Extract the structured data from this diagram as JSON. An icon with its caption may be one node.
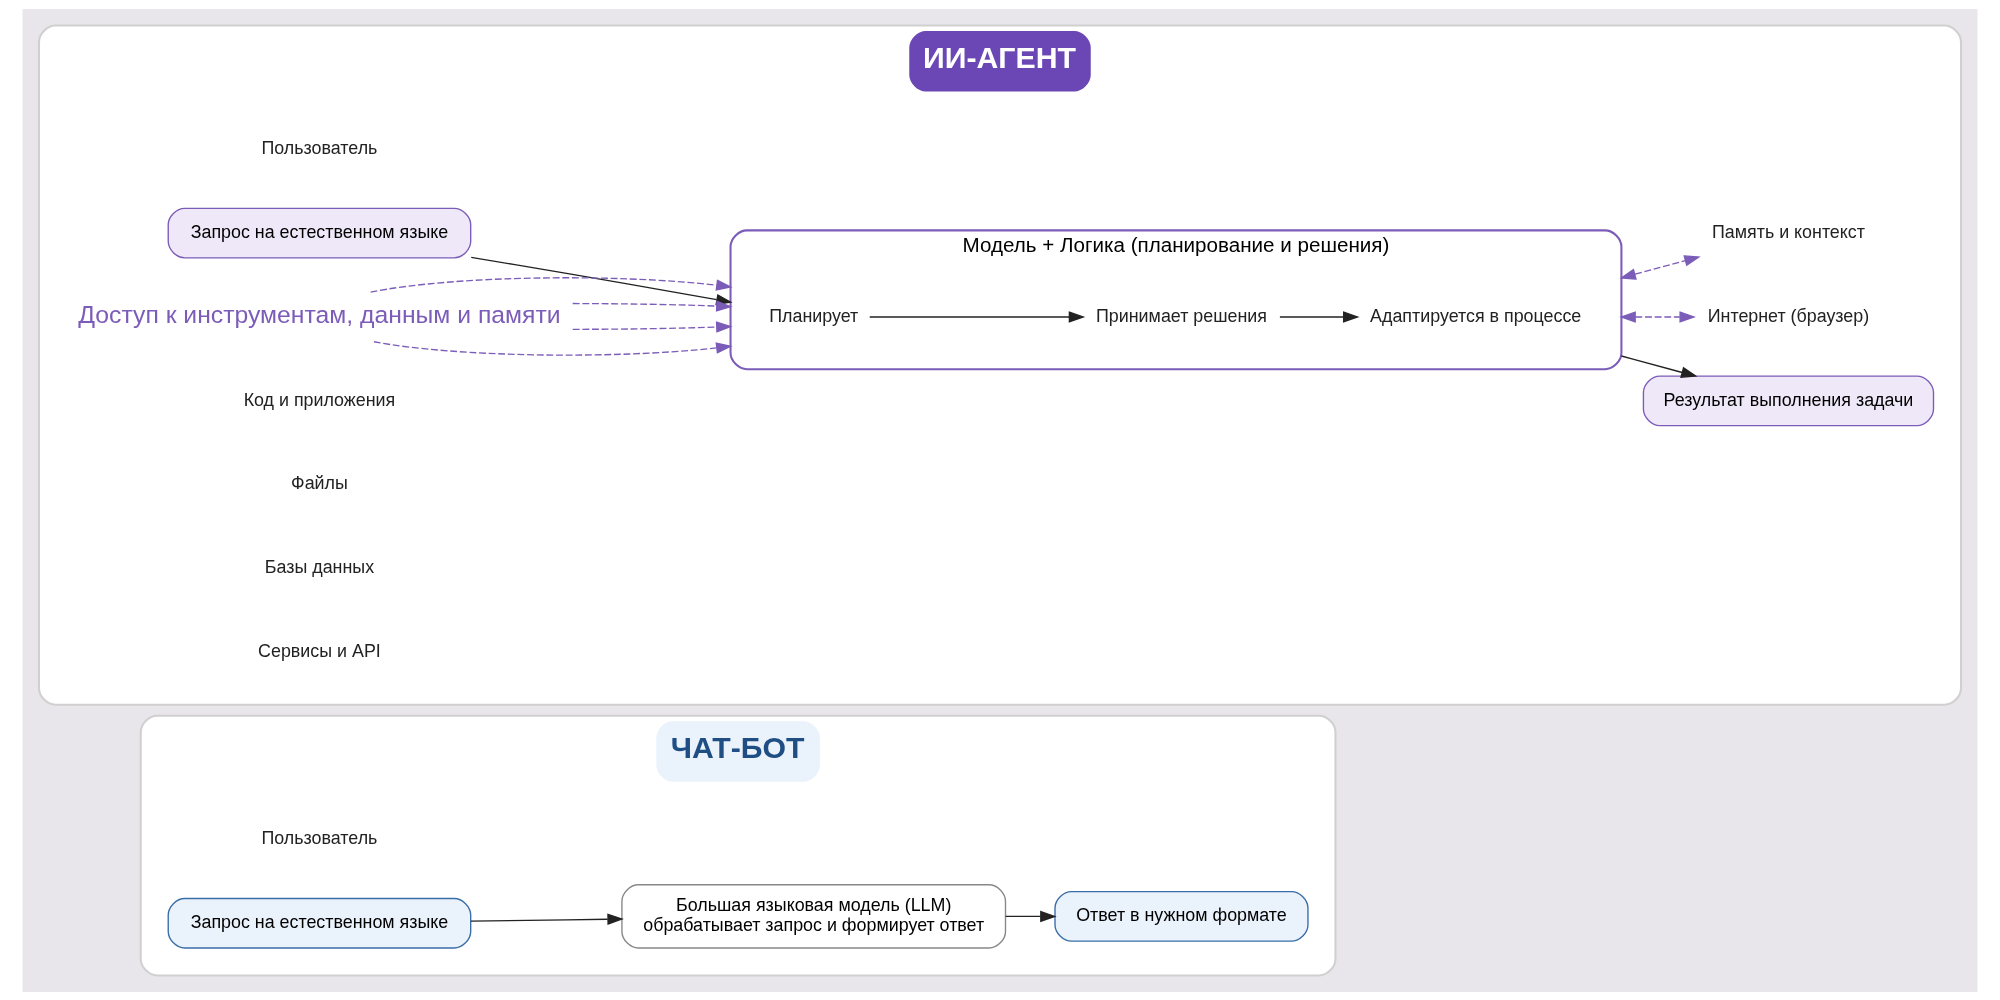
{
  "diagram": {
    "nodes": [
      {
        "text": [
          "ЧАТ-БОТ"
        ]
      },
      {
        "text": [
          "Пользователь"
        ],
        "in": 0
      },
      {
        "text": [
          "Запрос на естественном языке"
        ],
        "in": 0
      },
      {
        "text": [
          "Большая языковая модель (LLM)",
          "обрабатывает запрос и формирует ответ"
        ],
        "in": 0
      },
      {
        "text": [
          "Ответ в нужном формате"
        ],
        "in": 0
      },
      {
        "text": [
          "ИИ-АГЕНТ"
        ]
      },
      {
        "text": [
          "Пользователь"
        ],
        "in": 5
      },
      {
        "text": [
          "Запрос на естественном языке"
        ],
        "in": 5
      },
      {
        "text": [
          "Модель + Логика (планирование и решения)"
        ],
        "in": 5
      },
      {
        "text": [
          "Планирует"
        ],
        "in": 8
      },
      {
        "text": [
          "Принимает решения"
        ],
        "in": 8
      },
      {
        "text": [
          "Адаптируется в процессе"
        ],
        "in": 8
      },
      {
        "text": [
          "Результат выполнения задачи"
        ],
        "in": 5
      },
      {
        "text": [
          "Доступ к инструментам, данным и памяти"
        ],
        "in": 5
      },
      {
        "text": [
          "Интернет (браузер)"
        ],
        "in": 5
      },
      {
        "text": [
          "Код и приложения"
        ],
        "in": 5
      },
      {
        "text": [
          "Файлы"
        ],
        "in": 5
      },
      {
        "text": [
          "Базы данных"
        ],
        "in": 5
      },
      {
        "text": [
          "Сервисы и API"
        ],
        "in": 5
      },
      {
        "text": [
          "Память и контекст"
        ],
        "in": 5
      }
    ],
    "edges": [
      {
        "from": 2,
        "to": 3,
        "arrow": "to"
      },
      {
        "from": 3,
        "to": 4,
        "arrow": "to"
      },
      {
        "from": 7,
        "to": 8,
        "arrow": "to"
      },
      {
        "from": 9,
        "to": 10,
        "arrow": "to"
      },
      {
        "from": 10,
        "to": 11,
        "arrow": "to"
      },
      {
        "from": 8,
        "to": 12,
        "arrow": "to"
      },
      {
        "from": 8,
        "to": 14,
        "arrow": "both",
        "style": "dashed",
        "color": "#7b5cb8"
      },
      {
        "from": 13,
        "to": 8,
        "arrow": "to",
        "style": "dashed",
        "color": "#7b5cb8"
      },
      {
        "from": 13,
        "to": 8,
        "arrow": "to",
        "style": "dashed",
        "color": "#7b5cb8"
      },
      {
        "from": 13,
        "to": 8,
        "arrow": "to",
        "style": "dashed",
        "color": "#7b5cb8"
      },
      {
        "from": 13,
        "to": 8,
        "arrow": "to",
        "style": "dashed",
        "color": "#7b5cb8"
      },
      {
        "from": 8,
        "to": 19,
        "arrow": "both",
        "style": "dashed",
        "color": "#7b5cb8"
      }
    ]
  }
}
